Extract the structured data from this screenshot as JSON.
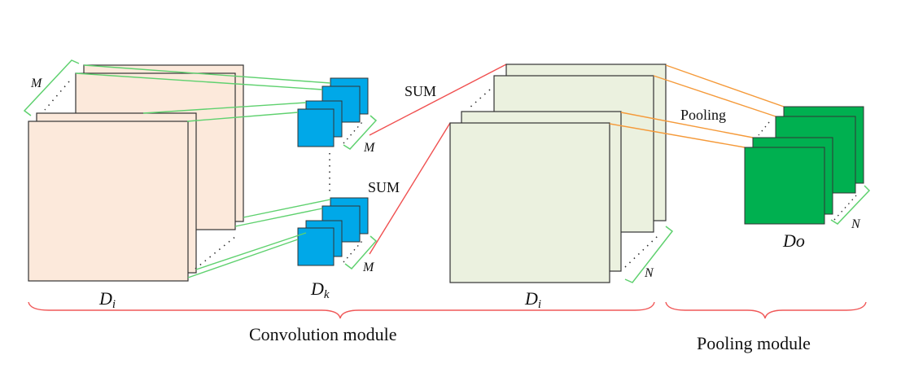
{
  "labels": {
    "m_left": "M",
    "m_kernel_top": "M",
    "m_kernel_bottom": "M",
    "sum_top": "SUM",
    "sum_bottom": "SUM",
    "pooling": "Pooling",
    "n_mid": "N",
    "n_right": "N",
    "di_left_main": "D",
    "di_left_sub": "i",
    "dk_main": "D",
    "dk_sub": "k",
    "di_mid_main": "D",
    "di_mid_sub": "i",
    "do": "Do"
  },
  "modules": {
    "convolution": "Convolution module",
    "pooling": "Pooling module"
  },
  "colors": {
    "input_fill": "#fce9db",
    "kernel_fill": "#00a8e8",
    "feature_fill": "#ebf1df",
    "output_fill": "#00b050",
    "green_line": "#5fd16f",
    "red_line": "#f05050",
    "orange_line": "#f59a3a",
    "brace": "#f05858"
  }
}
